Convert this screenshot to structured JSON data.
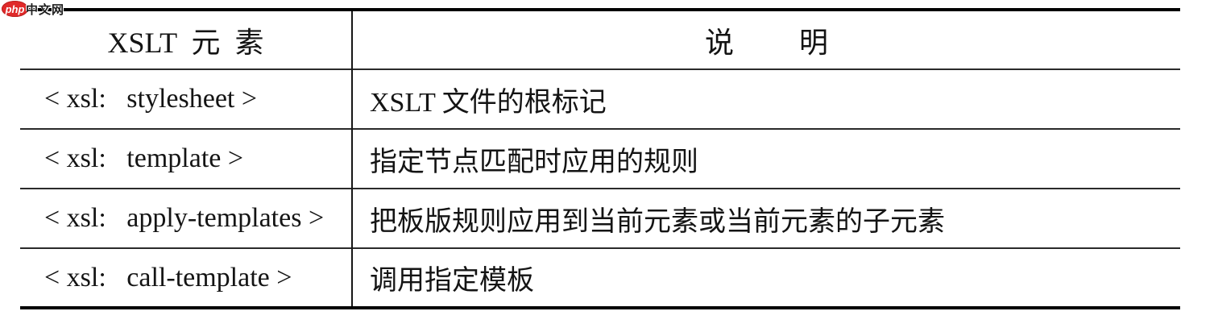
{
  "logo": {
    "brand": "php",
    "site": "中文网",
    "brand_bg_color": "#e02a2a",
    "brand_text_color": "#ffffff"
  },
  "table": {
    "headers": {
      "element": "XSLT  元  素",
      "description": "说         明"
    },
    "rows": [
      {
        "element": "< xsl:   stylesheet >",
        "description": "XSLT 文件的根标记"
      },
      {
        "element": "< xsl:   template >",
        "description": "指定节点匹配时应用的规则"
      },
      {
        "element": "< xsl:   apply-templates >",
        "description": "把板版规则应用到当前元素或当前元素的子元素"
      },
      {
        "element": "< xsl:   call-template >",
        "description": "调用指定模板"
      }
    ]
  },
  "colors": {
    "outer_border": "#000000",
    "inner_rule": "#2a2a2a",
    "text": "#141414",
    "background": "#ffffff"
  }
}
